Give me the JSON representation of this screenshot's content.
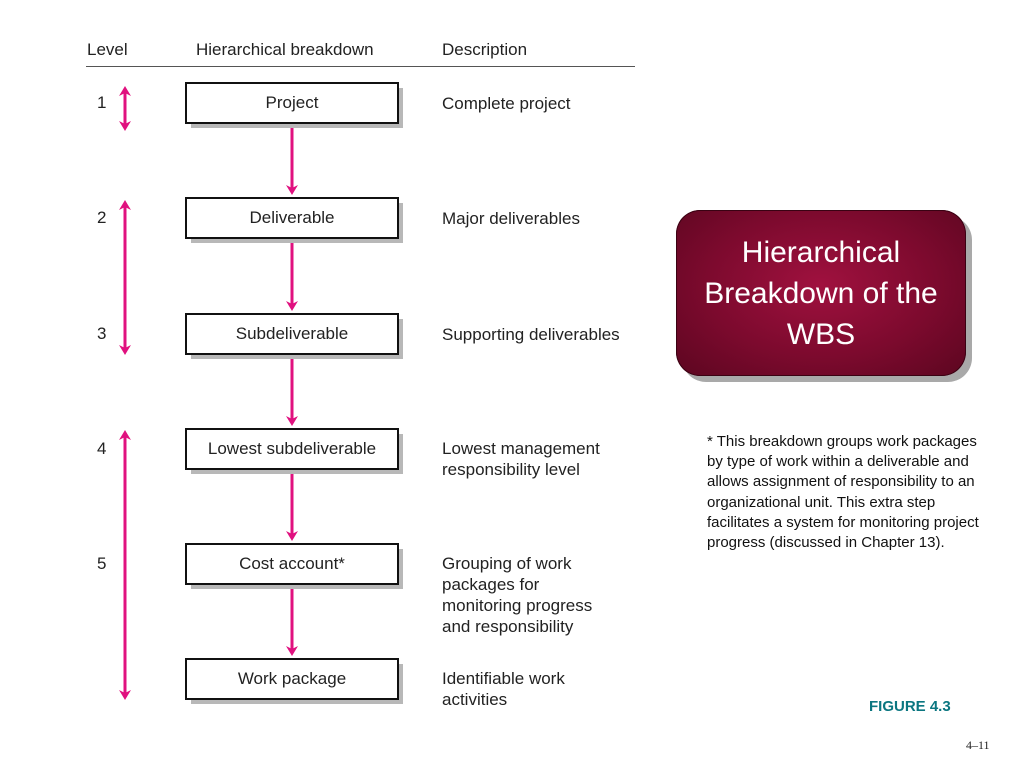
{
  "headers": {
    "level": "Level",
    "breakdown": "Hierarchical breakdown",
    "description": "Description"
  },
  "rows": [
    {
      "level": "1",
      "box": "Project",
      "description": "Complete project"
    },
    {
      "level": "2",
      "box": "Deliverable",
      "description": "Major deliverables"
    },
    {
      "level": "3",
      "box": "Subdeliverable",
      "description": "Supporting deliverables"
    },
    {
      "level": "4",
      "box": "Lowest subdeliverable",
      "description": "Lowest management\nresponsibility level"
    },
    {
      "level": "5",
      "box": "Cost account*",
      "description": "Grouping of work\npackages for\nmonitoring progress\nand responsibility"
    },
    {
      "level": "",
      "box": "Work package",
      "description": "Identifiable work\nactivities"
    }
  ],
  "title_card": {
    "text": "Hierarchical Breakdown of the WBS"
  },
  "note": "* This breakdown groups work packages by type of work within a deliverable and allows assignment of responsibility to an organizational unit. This extra step facilitates a system for monitoring project progress (discussed in Chapter 13).",
  "figure_label": "FIGURE 4.3",
  "page_number": "4–11",
  "colors": {
    "arrow": "#e0117f",
    "card": "#8a0c33",
    "figure": "#0b7680"
  }
}
